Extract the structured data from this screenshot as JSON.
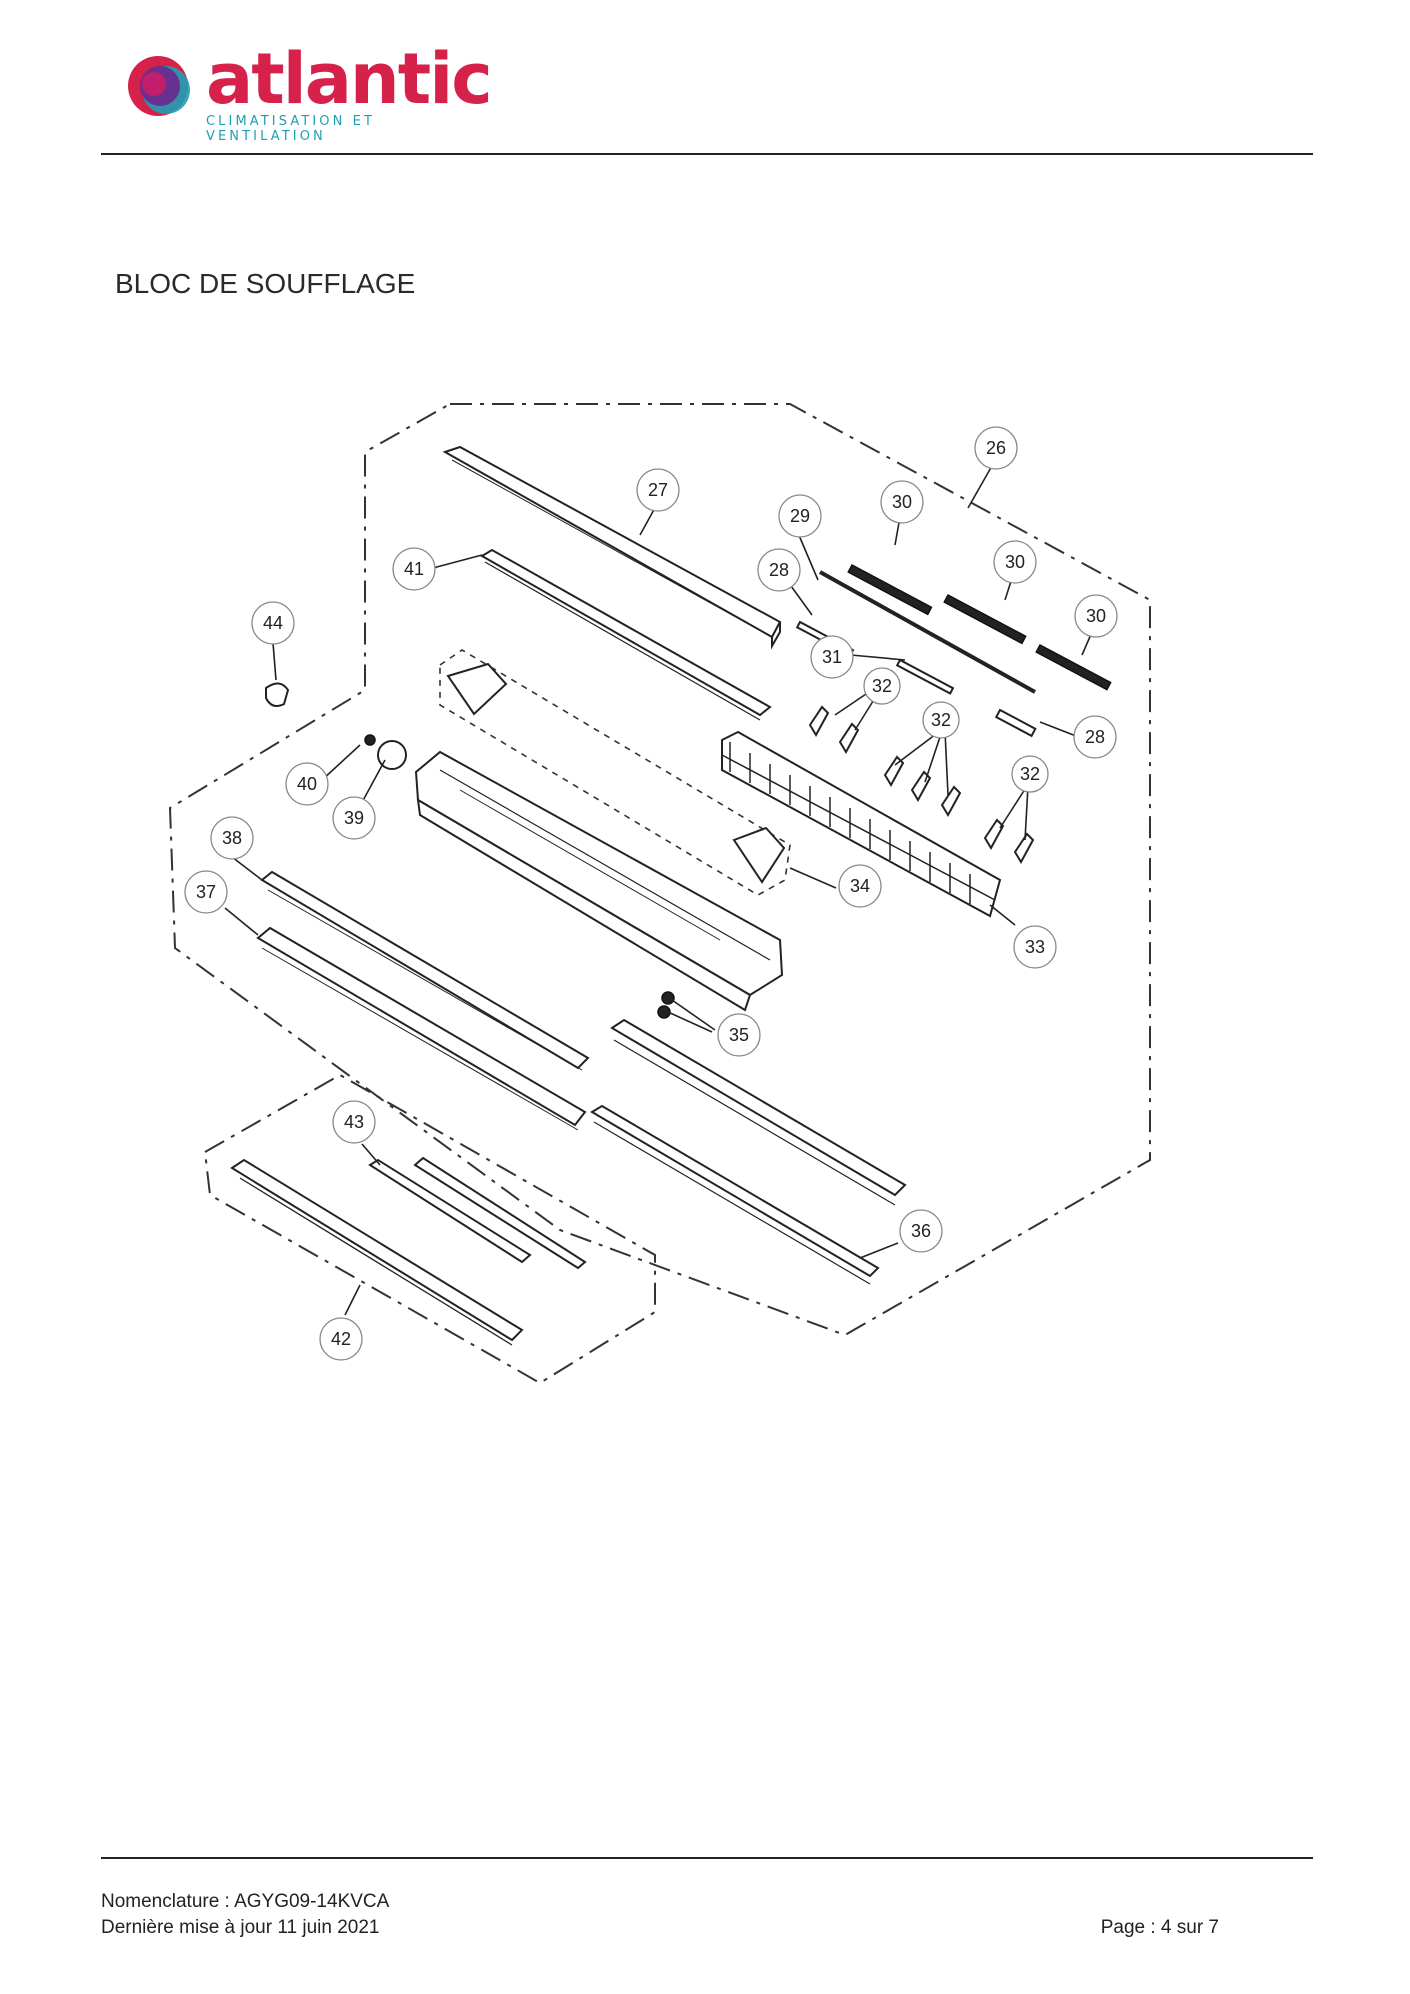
{
  "header": {
    "brand_name": "atlantic",
    "brand_tagline": "CLIMATISATION ET VENTILATION",
    "brand_colors": {
      "primary": "#d6214b",
      "secondary": "#1f9fb5",
      "accent": "#6a2c8f"
    }
  },
  "section": {
    "title": "BLOC DE SOUFFLAGE"
  },
  "diagram": {
    "callouts": [
      {
        "id": "26",
        "label": "26"
      },
      {
        "id": "27",
        "label": "27"
      },
      {
        "id": "29",
        "label": "29"
      },
      {
        "id": "30a",
        "label": "30"
      },
      {
        "id": "30b",
        "label": "30"
      },
      {
        "id": "30c",
        "label": "30"
      },
      {
        "id": "41",
        "label": "41"
      },
      {
        "id": "28a",
        "label": "28"
      },
      {
        "id": "44",
        "label": "44"
      },
      {
        "id": "31",
        "label": "31"
      },
      {
        "id": "32a",
        "label": "32"
      },
      {
        "id": "32b",
        "label": "32"
      },
      {
        "id": "32c",
        "label": "32"
      },
      {
        "id": "28b",
        "label": "28"
      },
      {
        "id": "40",
        "label": "40"
      },
      {
        "id": "39",
        "label": "39"
      },
      {
        "id": "38",
        "label": "38"
      },
      {
        "id": "34",
        "label": "34"
      },
      {
        "id": "37",
        "label": "37"
      },
      {
        "id": "33",
        "label": "33"
      },
      {
        "id": "35",
        "label": "35"
      },
      {
        "id": "43",
        "label": "43"
      },
      {
        "id": "36",
        "label": "36"
      },
      {
        "id": "42",
        "label": "42"
      }
    ]
  },
  "footer": {
    "nomenclature": "Nomenclature : AGYG09-14KVCA",
    "updated": "Dernière mise à jour 11 juin 2021",
    "page": "Page : 4 sur 7"
  }
}
